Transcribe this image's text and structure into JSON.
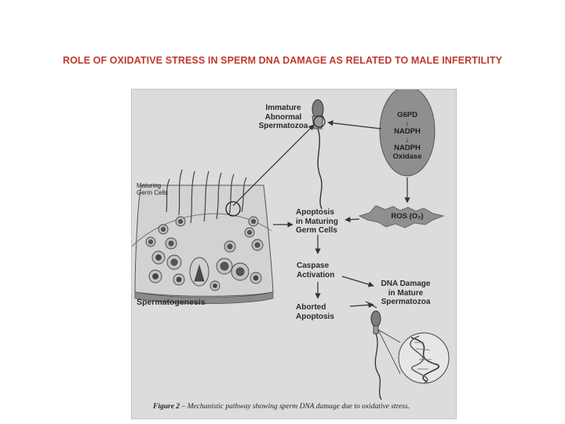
{
  "slide": {
    "title": "ROLE OF OXIDATIVE STRESS IN SPERM DNA DAMAGE AS RELATED TO MALE INFERTILITY"
  },
  "figure": {
    "labels": {
      "immature": [
        "Immature",
        "Abnormal",
        "Spermatozoa"
      ],
      "maturing_cells": [
        "Maturing",
        "Germ Cells"
      ],
      "apoptosis": [
        "Apoptosis",
        "in Maturing",
        "Germ Cells"
      ],
      "caspase": [
        "Caspase",
        "Activation"
      ],
      "dna_damage": [
        "DNA Damage",
        "in Mature",
        "Spermatozoa"
      ],
      "aborted": [
        "Aborted",
        "Apoptosis"
      ],
      "spermatogenesis": "Spermatogenesis"
    },
    "pathway": {
      "g6pd": "G6PD",
      "nadph": "NADPH",
      "nadph_oxidase": [
        "NADPH",
        "Oxidase"
      ],
      "arrow_glyph": "↓",
      "ros": "ROS (O₂)"
    },
    "caption": {
      "label": "Figure 2",
      "text": " – Mechanistic pathway showing sperm DNA damage due to oxidative stress."
    }
  },
  "colors": {
    "title": "#c0392b",
    "figure_bg": "#dcdcdc",
    "line": "#333333"
  }
}
